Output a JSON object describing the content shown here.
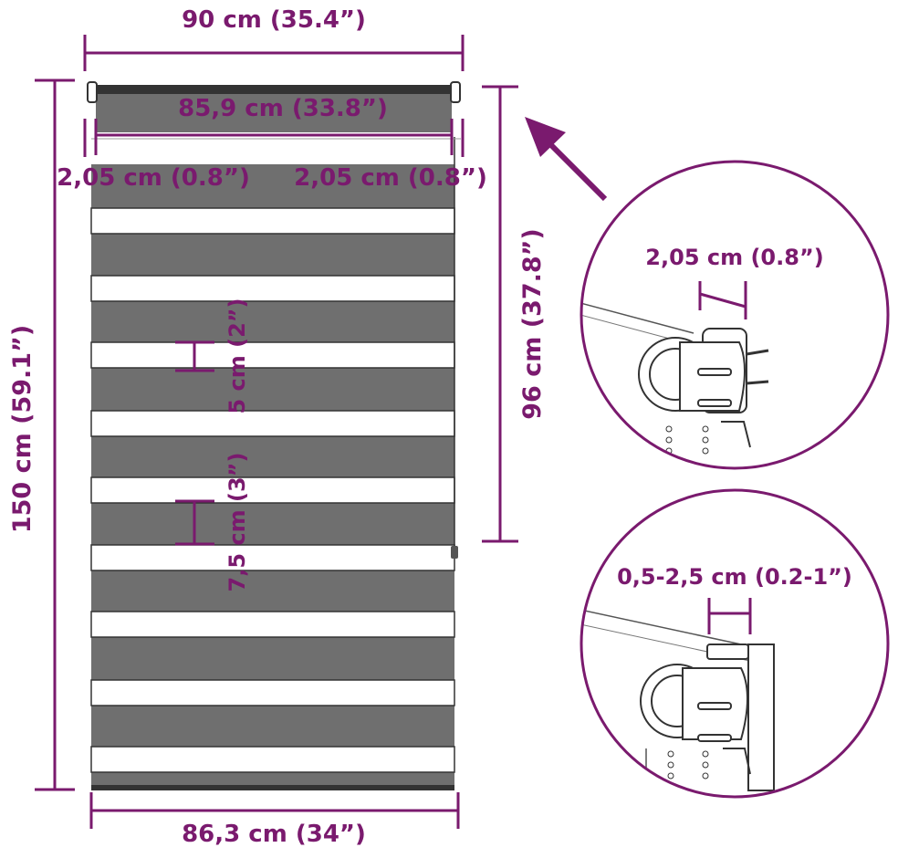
{
  "colors": {
    "accent": "#7a1a6e",
    "fabric_dark": "#6f6f6f",
    "fabric_light": "#ffffff",
    "outline": "#333333"
  },
  "dimensions": {
    "total_width": "90 cm (35.4”)",
    "tube_width": "85,9 cm (33.8”)",
    "bracket_left": "2,05 cm (0.8”)",
    "bracket_right": "2,05 cm (0.8”)",
    "total_height": "150 cm (59.1”)",
    "chain_height": "96 cm (37.8”)",
    "stripe_light": "5 cm (2”)",
    "stripe_dark": "7,5 cm (3”)",
    "fabric_width": "86,3 cm (34”)"
  },
  "details": {
    "wall_mount_bracket": "2,05 cm (0.8”)",
    "ceiling_clamp_range": "0,5-2,5 cm (0.2-1”)"
  }
}
